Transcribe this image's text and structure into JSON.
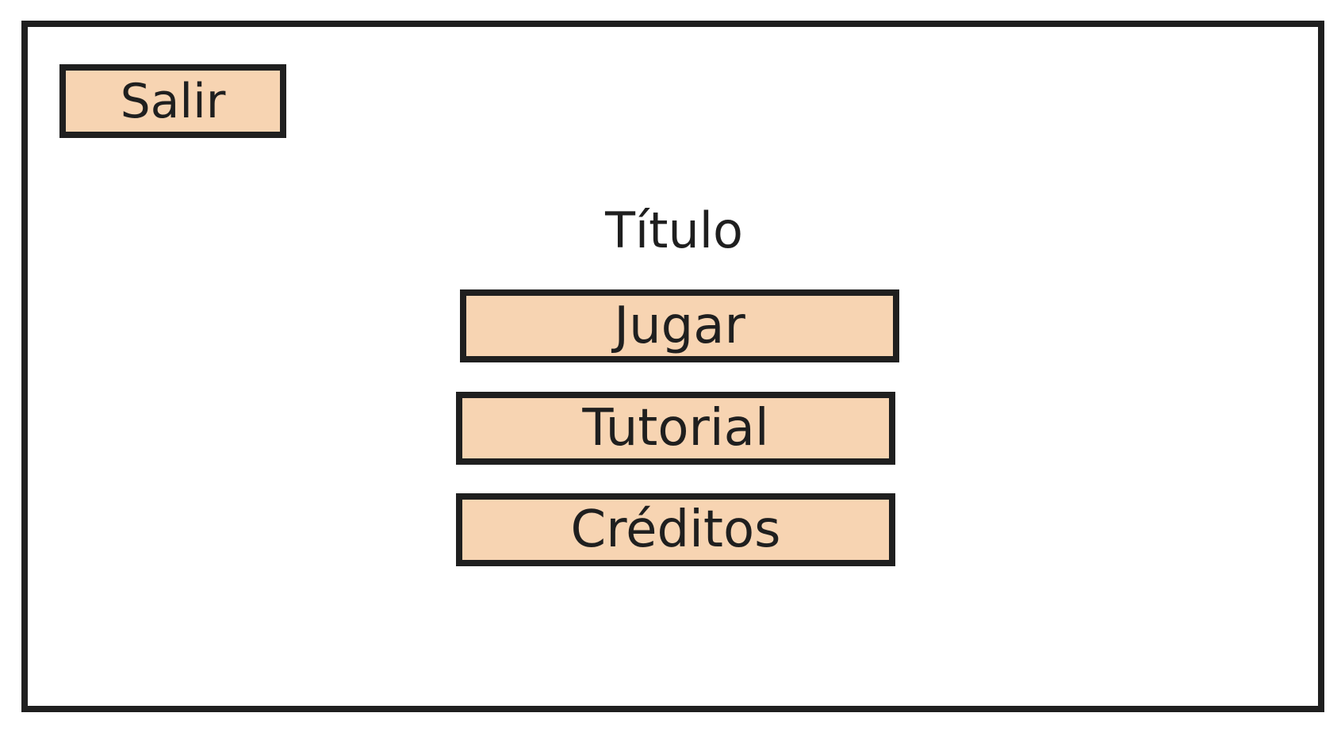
{
  "menu": {
    "exit_label": "Salir",
    "title": "Título",
    "play_label": "Jugar",
    "tutorial_label": "Tutorial",
    "credits_label": "Créditos"
  },
  "colors": {
    "button_fill": "#f7d4b2",
    "border": "#1f1f1f",
    "background": "#ffffff"
  }
}
